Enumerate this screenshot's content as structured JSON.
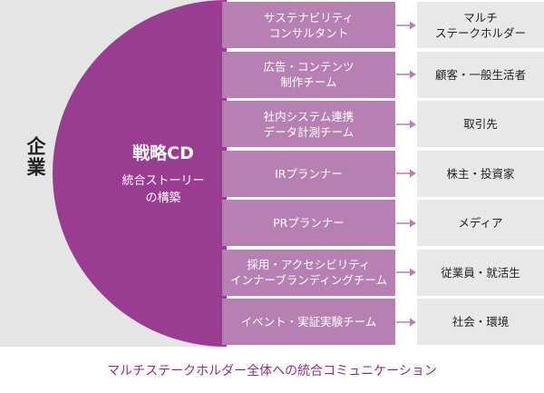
{
  "company": {
    "label": "企業"
  },
  "strategy": {
    "title": "戦略CD",
    "subtitle_lines": [
      "統合ストーリー",
      "の構築"
    ]
  },
  "teams": [
    {
      "lines": [
        "サステナビリティ",
        "コンサルタント"
      ]
    },
    {
      "lines": [
        "広告・コンテンツ",
        "制作チーム"
      ]
    },
    {
      "lines": [
        "社内システム連携",
        "データ計測チーム"
      ]
    },
    {
      "lines": [
        "IRプランナー"
      ]
    },
    {
      "lines": [
        "PRプランナー"
      ]
    },
    {
      "lines": [
        "採用・アクセシビリティ",
        "インナーブランディングチーム"
      ]
    },
    {
      "lines": [
        "イベント・実証実験チーム"
      ]
    }
  ],
  "targets": [
    {
      "lines": [
        "マルチ",
        "ステークホルダー"
      ]
    },
    {
      "lines": [
        "顧客・一般生活者"
      ]
    },
    {
      "lines": [
        "取引先"
      ]
    },
    {
      "lines": [
        "株主・投資家"
      ]
    },
    {
      "lines": [
        "メディア"
      ]
    },
    {
      "lines": [
        "従業員・就活生"
      ]
    },
    {
      "lines": [
        "社会・環境"
      ]
    }
  ],
  "caption": "マルチステークホルダー全体への統合コミュニケーション",
  "colors": {
    "accent": "#9a3c91",
    "team_box": "#b780b2",
    "target_box": "#e8e8e8",
    "background_panel": "#e5e5e5",
    "caption_text": "#8e2f86"
  }
}
